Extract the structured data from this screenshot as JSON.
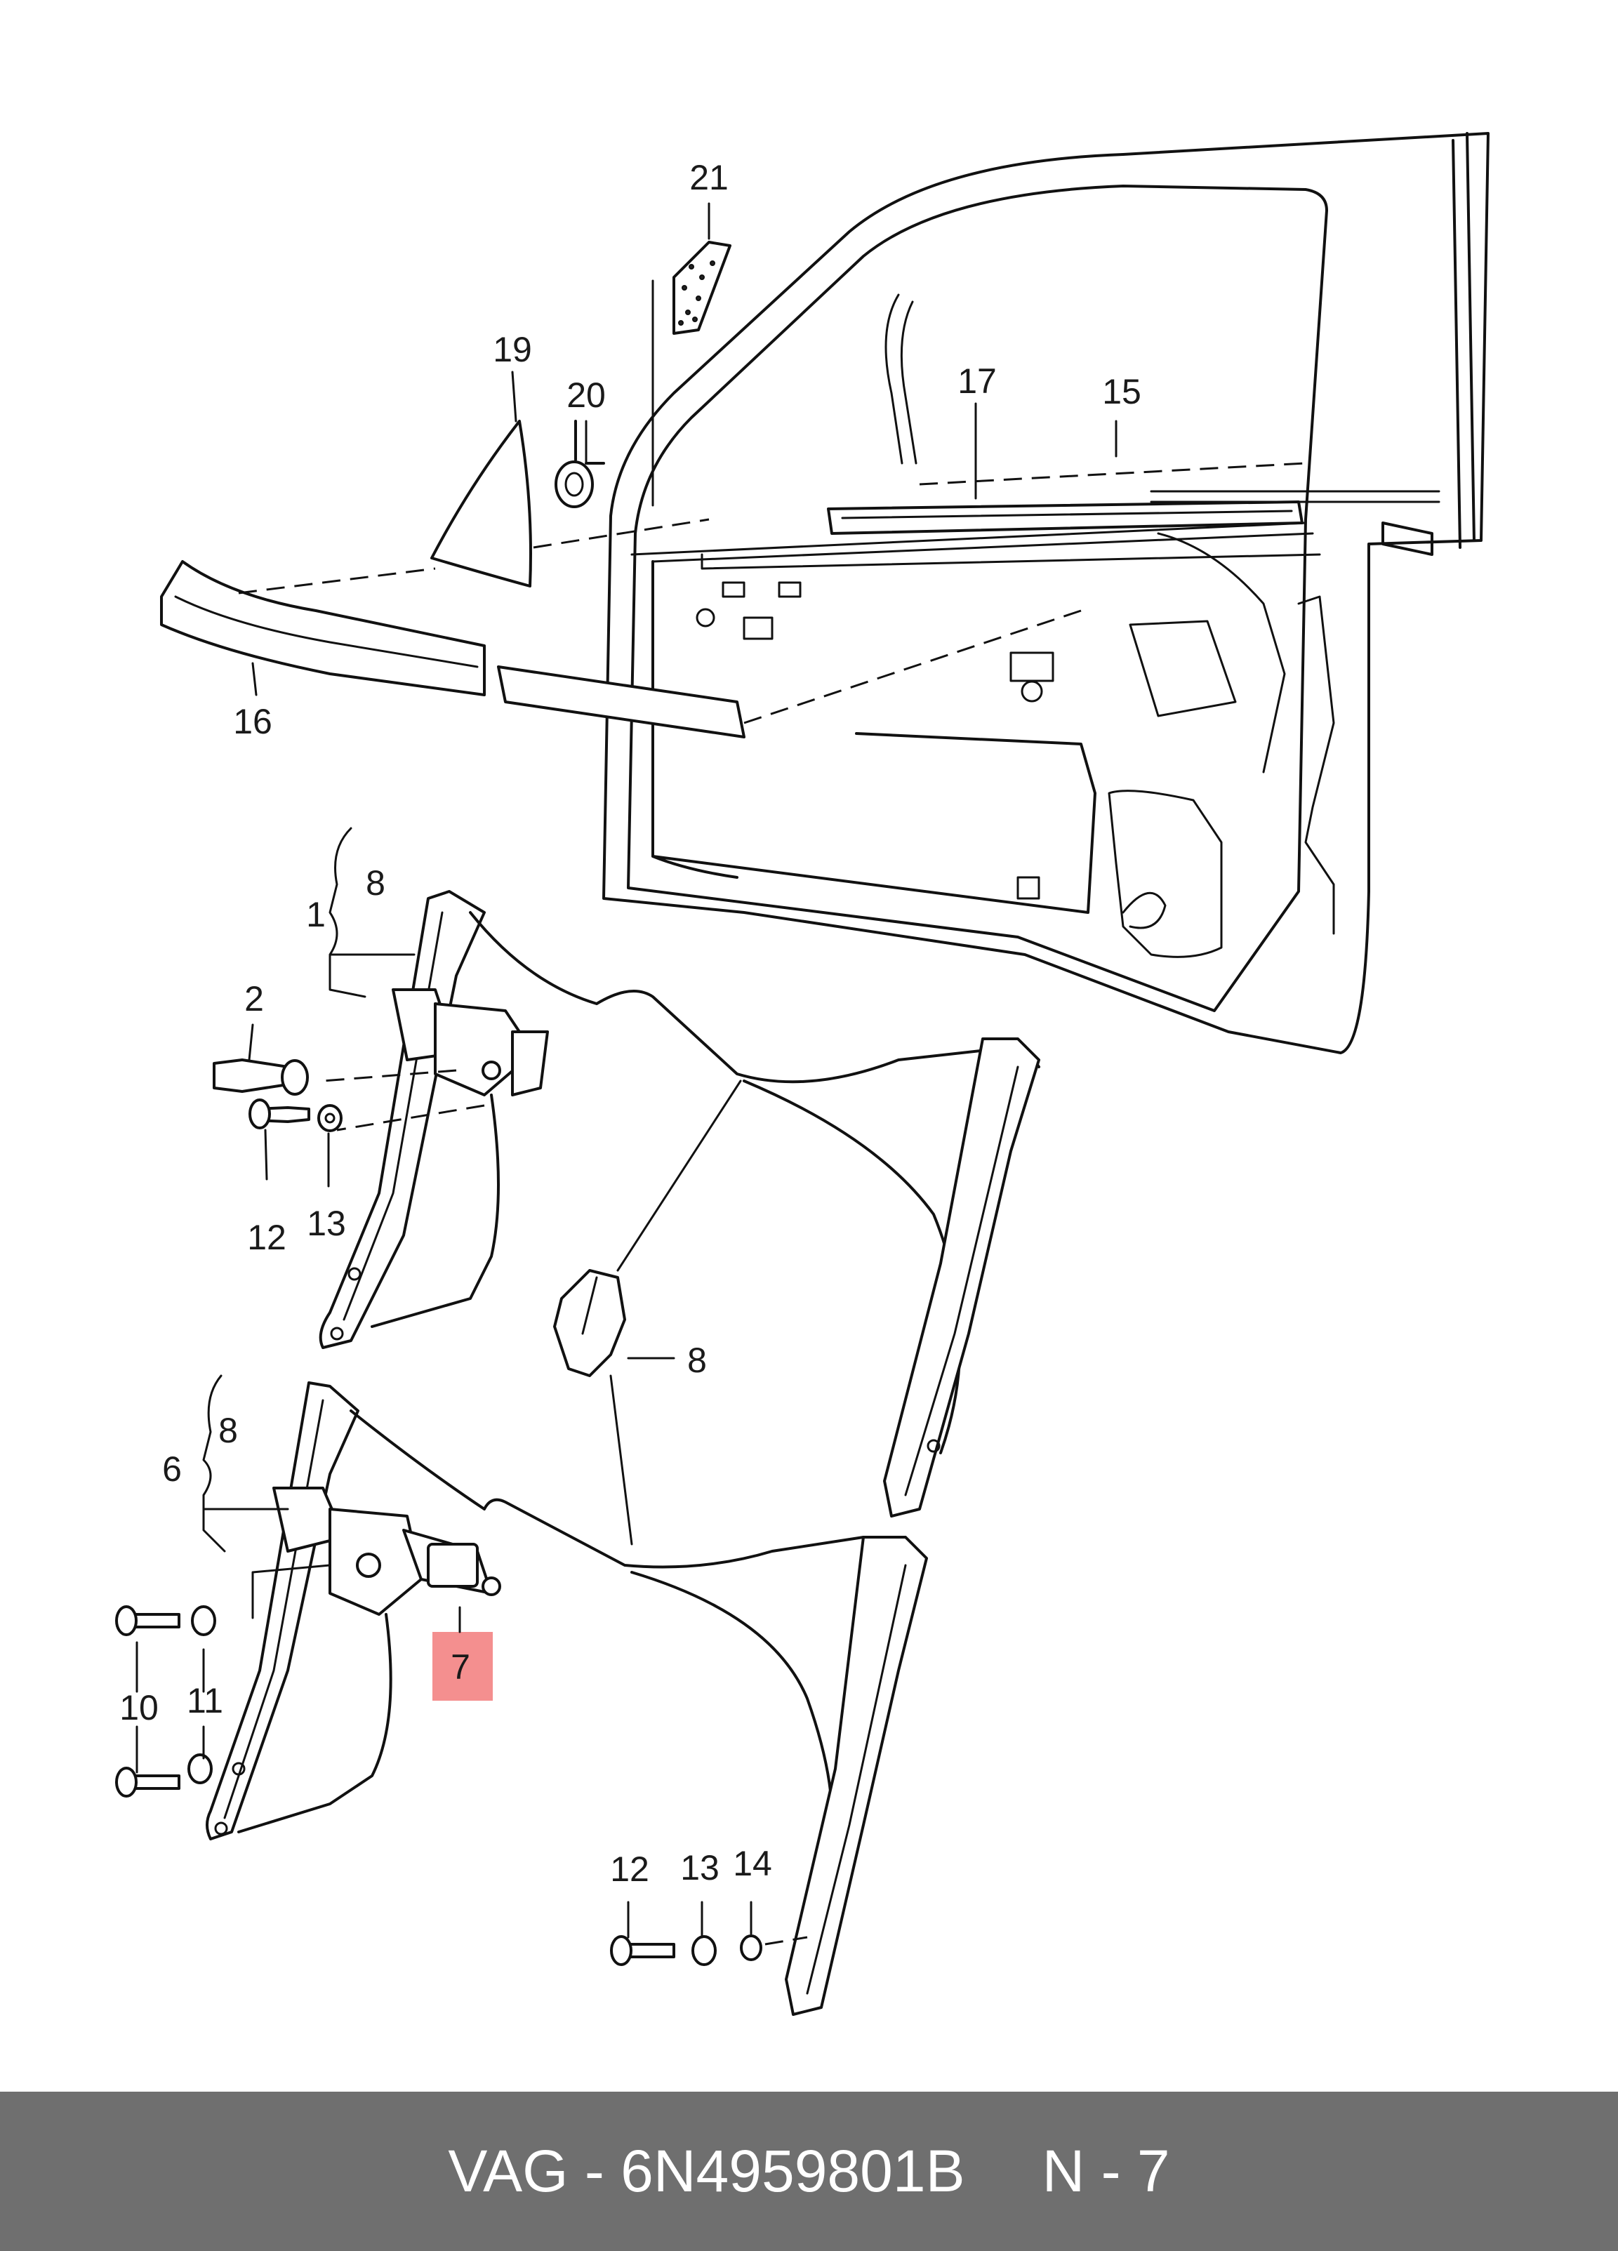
{
  "callouts": {
    "c21": "21",
    "c19": "19",
    "c20": "20",
    "c17": "17",
    "c15": "15",
    "c16": "16",
    "c8a": "8",
    "c1": "1",
    "c2": "2",
    "c12a": "12",
    "c13a": "13",
    "c8b": "8",
    "c6": "6",
    "c8c": "8",
    "c7": "7",
    "c10": "10",
    "c11": "11",
    "c12b": "12",
    "c13b": "13",
    "c14": "14"
  },
  "highlight_color": "#f48f8f",
  "footer": {
    "brand_part": "VAG - 6N4959801B",
    "page_ref": "N - 7",
    "background": "#6f6f6f",
    "text_color": "#ffffff"
  }
}
